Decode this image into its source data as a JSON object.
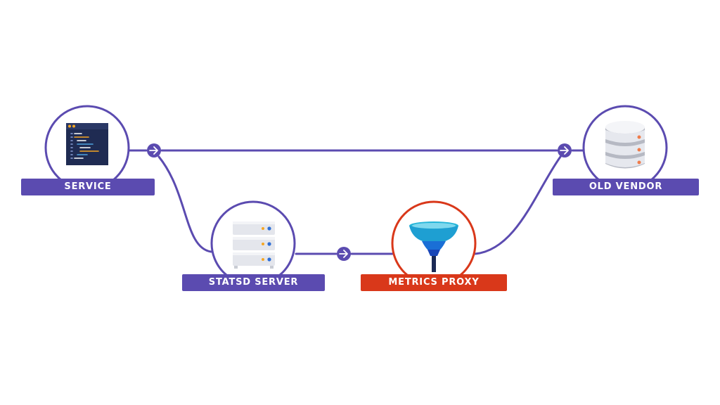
{
  "colors": {
    "line": "#5b4bb0",
    "highlight": "#d9381a",
    "background": "#ffffff"
  },
  "nodes": {
    "service": {
      "label": "SERVICE",
      "icon": "code-editor-icon"
    },
    "statsd": {
      "label": "STATSD SERVER",
      "icon": "server-rack-icon"
    },
    "proxy": {
      "label": "METRICS PROXY",
      "icon": "funnel-icon"
    },
    "vendor": {
      "label": "OLD VENDOR",
      "icon": "database-icon"
    }
  },
  "edges": [
    {
      "from": "service",
      "to": "vendor"
    },
    {
      "from": "service",
      "to": "statsd"
    },
    {
      "from": "statsd",
      "to": "proxy"
    },
    {
      "from": "proxy",
      "to": "vendor"
    }
  ]
}
